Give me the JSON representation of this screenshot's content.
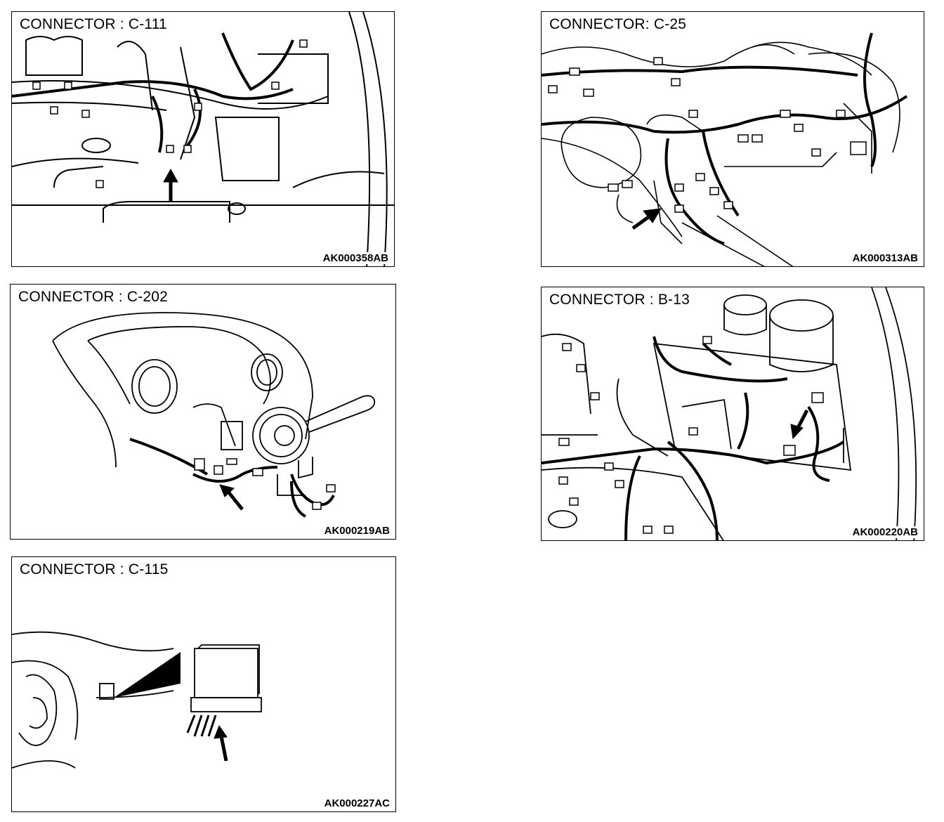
{
  "panels": [
    {
      "id": "c111",
      "title": "CONNECTOR : C-111",
      "code": "AK000358AB"
    },
    {
      "id": "c25",
      "title": "CONNECTOR: C-25",
      "code": "AK000313AB"
    },
    {
      "id": "c202",
      "title": "CONNECTOR : C-202",
      "code": "AK000219AB"
    },
    {
      "id": "b13",
      "title": "CONNECTOR : B-13",
      "code": "AK000220AB"
    },
    {
      "id": "c115",
      "title": "CONNECTOR : C-115",
      "code": "AK000227AC"
    }
  ]
}
